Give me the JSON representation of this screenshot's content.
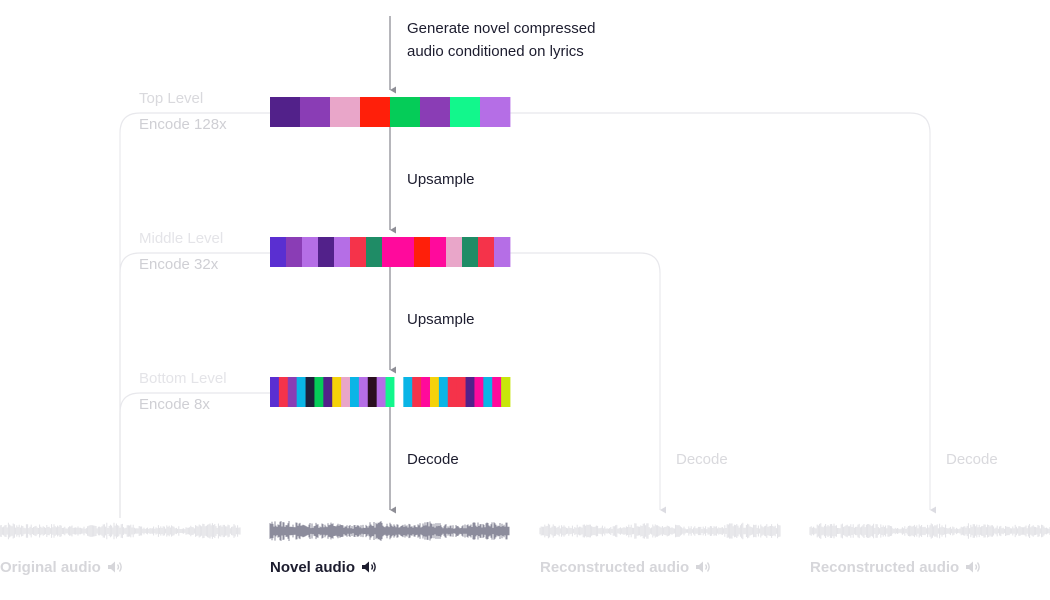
{
  "top_caption": [
    "Generate novel compressed",
    "audio conditioned on lyrics"
  ],
  "levels": [
    {
      "name": "Top Level",
      "encode": "Encode 128x",
      "colors": [
        "#52218a",
        "#8a3db5",
        "#e9a6c9",
        "#ff1f0a",
        "#05cc58",
        "#8a3db5",
        "#12f78c",
        "#b56ee6"
      ]
    },
    {
      "name": "Middle Level",
      "encode": "Encode 32x",
      "colors": [
        "#5a2fd1",
        "#8a3db5",
        "#b56ee6",
        "#52218a",
        "#b56ee6",
        "#f5334a",
        "#1f8c66",
        "#ff0a9c",
        "#ff0a9c",
        "#ff1f0a",
        "#ff0a9c",
        "#e9a6c9",
        "#1f8c66",
        "#f5334a",
        "#b56ee6"
      ]
    },
    {
      "name": "Bottom Level",
      "encode": "Encode 8x",
      "colors": [
        "#5a2fd1",
        "#f5334a",
        "#8a3db5",
        "#0ab5e6",
        "#1f1f3a",
        "#05cc58",
        "#52218a",
        "#f5d20a",
        "#e9a6c9",
        "#0ab5e6",
        "#b56ee6",
        "#2a0f1f",
        "#b56ee6",
        "#12f78c",
        "#ffffff",
        "#0ab5e6",
        "#f5334a",
        "#ff0a9c",
        "#f5d20a",
        "#0ab5e6",
        "#f5334a",
        "#f5334a",
        "#52218a",
        "#ff0a9c",
        "#0ab5e6",
        "#ff0a9c",
        "#c8e60a"
      ]
    }
  ],
  "steps": {
    "upsample_1": "Upsample",
    "upsample_2": "Upsample",
    "decode_main": "Decode",
    "decode_middle": "Decode",
    "decode_top": "Decode"
  },
  "audio": {
    "original": "Original audio",
    "novel": "Novel audio",
    "reconstructed_1": "Reconstructed audio",
    "reconstructed_2": "Reconstructed audio"
  },
  "colors": {
    "line_dark": "#8e8e96",
    "line_faint": "#e6e6ea",
    "text_dark": "#1c1c2e",
    "text_faint": "#d9d9dd",
    "wave_dark": "#8c8c9c",
    "wave_faint": "#e2e2e6"
  }
}
